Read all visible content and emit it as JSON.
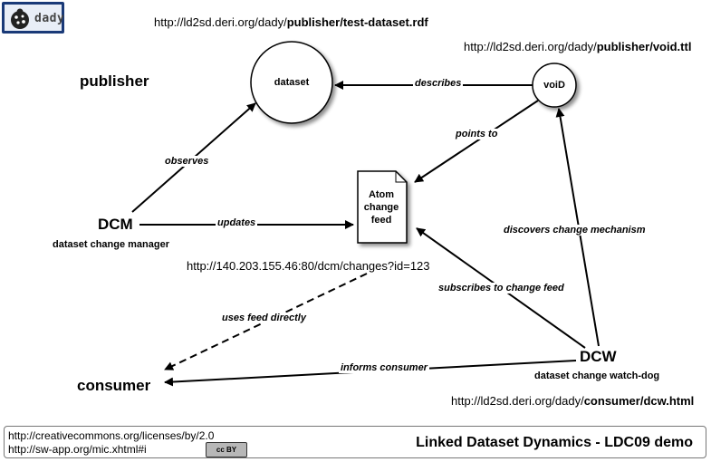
{
  "logo": {
    "text": "dady"
  },
  "urls": {
    "dataset_prefix": "http://ld2sd.deri.org/dady/",
    "dataset_bold": "publisher/test-dataset.rdf",
    "void_prefix": "http://ld2sd.deri.org/dady/",
    "void_bold": "publisher/void.ttl",
    "feed": "http://140.203.155.46:80/dcm/changes?id=123",
    "dcw_prefix": "http://ld2sd.deri.org/dady/",
    "dcw_bold": "consumer/dcw.html"
  },
  "roles": {
    "publisher": "publisher",
    "consumer": "consumer"
  },
  "nodes": {
    "dataset": "dataset",
    "void": "voiD",
    "feed_line1": "Atom",
    "feed_line2": "change",
    "feed_line3": "feed",
    "dcm": "DCM",
    "dcm_sub": "dataset change manager",
    "dcw": "DCW",
    "dcw_sub": "dataset change watch-dog"
  },
  "edges": {
    "describes": "describes",
    "points_to": "points to",
    "observes": "observes",
    "updates": "updates",
    "discovers": "discovers change mechanism",
    "subscribes": "subscribes to change feed",
    "uses_feed": "uses feed directly",
    "informs": "informs consumer"
  },
  "footer": {
    "license": "http://creativecommons.org/licenses/by/2.0",
    "mic": "http://sw-app.org/mic.xhtml#i",
    "cc_badge": "cc  BY",
    "title": "Linked Dataset Dynamics - LDC09 demo"
  }
}
